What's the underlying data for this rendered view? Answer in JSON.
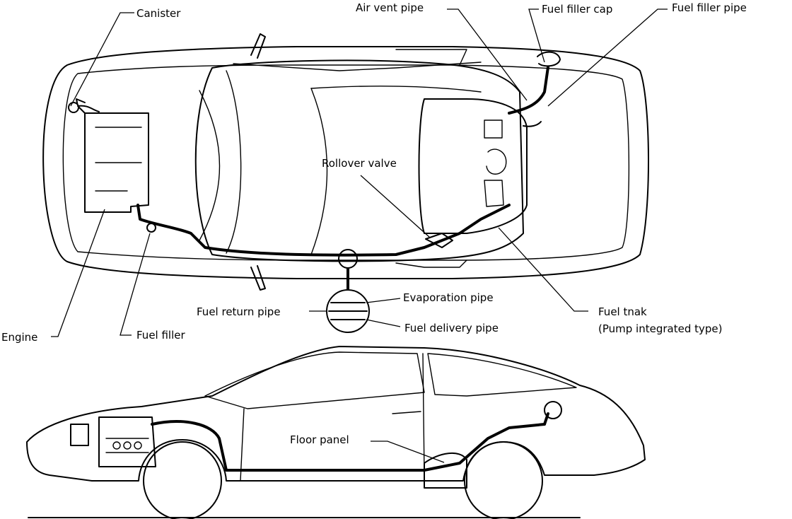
{
  "labels": {
    "canister": "Canister",
    "air_vent_pipe": "Air vent pipe",
    "fuel_filler_cap": "Fuel filler cap",
    "fuel_filler_pipe": "Fuel filler pipe",
    "rollover_valve": "Rollover valve",
    "evaporation_pipe": "Evaporation pipe",
    "fuel_return_pipe": "Fuel return pipe",
    "fuel_delivery_pipe": "Fuel delivery pipe",
    "fuel_tank": "Fuel tnak",
    "fuel_tank_note": "(Pump integrated type)",
    "engine": "Engine",
    "fuel_filler": "Fuel filler",
    "floor_panel": "Floor panel"
  }
}
